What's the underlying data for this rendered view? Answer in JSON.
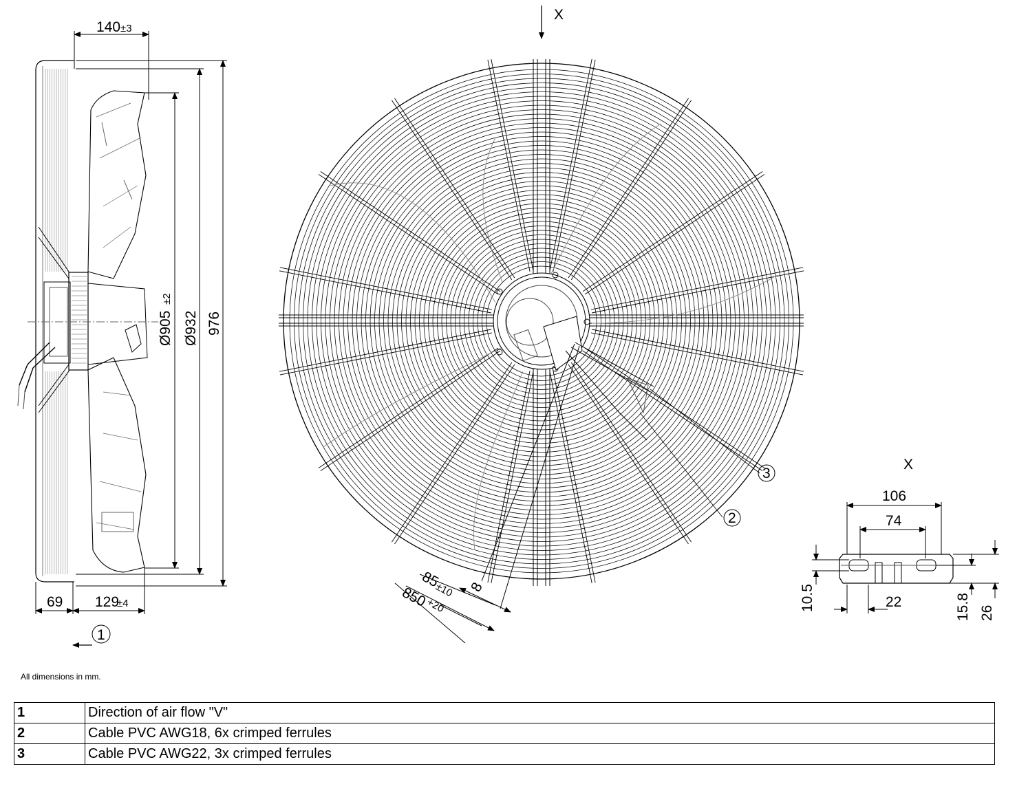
{
  "view_label": "X",
  "detail_label": "X",
  "note": "All dimensions in mm.",
  "dimensions": {
    "top_depth": "140",
    "top_depth_tol": "±3",
    "dia_905": "Ø905",
    "dia_905_tol": "±2",
    "dia_932": "Ø932",
    "height_976": "976",
    "bottom_69": "69",
    "bottom_129": "129",
    "bottom_129_tol": "±4",
    "cable_85": "85",
    "cable_85_tol": "±10",
    "cable_850": "850",
    "cable_850_tol": "+20",
    "cable_8": "8",
    "detail_106": "106",
    "detail_74": "74",
    "detail_22": "22",
    "detail_10_5": "10.5",
    "detail_15_8": "15.8",
    "detail_26": "26"
  },
  "callouts": [
    "1",
    "2",
    "3"
  ],
  "legend": [
    {
      "num": "1",
      "text": "Direction of air flow \"V\""
    },
    {
      "num": "2",
      "text": "Cable PVC AWG18, 6x crimped ferrules"
    },
    {
      "num": "3",
      "text": "Cable PVC AWG22, 3x crimped ferrules"
    }
  ]
}
